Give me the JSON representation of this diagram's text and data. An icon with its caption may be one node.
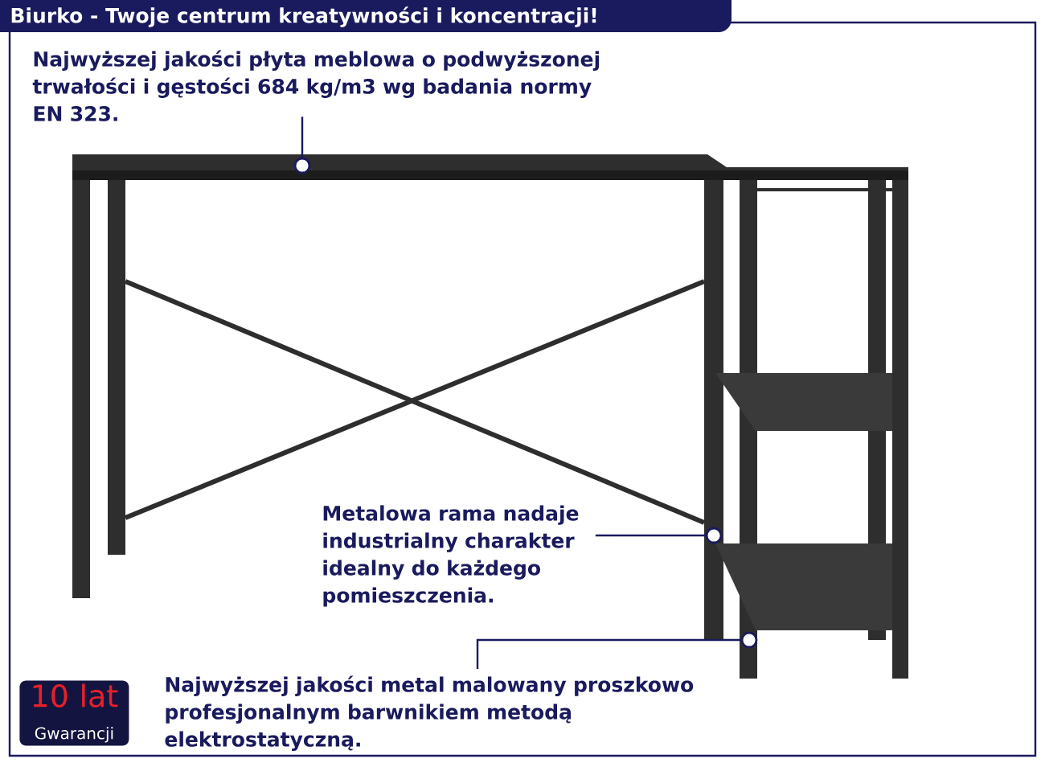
{
  "diagram": {
    "title": "Biurko - Twoje centrum kreatywności i koncentracji!",
    "nodes": [
      {
        "text": [
          "Najwyższej jakości płyta meblowa o podwyższonej trwałości i gęstości 684 kg/m3 wg badania normy EN 323."
        ]
      },
      {
        "text": [
          "Metalowa rama nadaje industrialny charakter idealny do każdego pomieszczenia."
        ]
      },
      {
        "text": [
          "Najwyższej jakości metal malowany proszkowo profesjonalnym barwnikiem metodą elektrostatyczną."
        ]
      },
      {
        "text": [],
        "shape": "circle"
      },
      {
        "text": [],
        "shape": "circle"
      },
      {
        "text": [],
        "shape": "circle"
      },
      {
        "text": [
          "10 lat",
          "Gwarancji"
        ]
      }
    ],
    "edges": [
      {
        "from": 0,
        "to": 3,
        "arrow": "none"
      },
      {
        "from": 1,
        "to": 4,
        "arrow": "none"
      },
      {
        "from": 2,
        "to": 5,
        "arrow": "none"
      }
    ]
  }
}
